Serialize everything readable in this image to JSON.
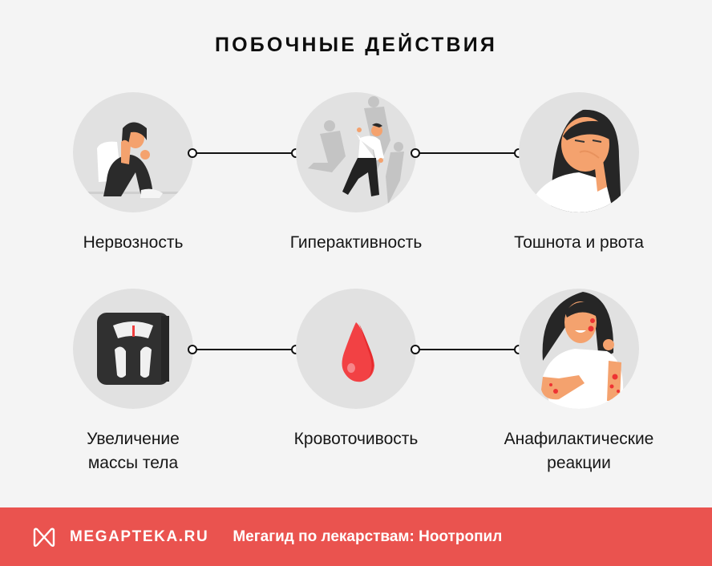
{
  "title": "ПОБОЧНЫЕ ДЕЙСТВИЯ",
  "items": [
    {
      "label": "Нервозность",
      "icon": "anxious-woman-illustration"
    },
    {
      "label": "Гиперактивность",
      "icon": "running-man-illustration"
    },
    {
      "label": "Тошнота и рвота",
      "icon": "nauseous-woman-illustration"
    },
    {
      "label_line1": "Увеличение",
      "label_line2": "массы тела",
      "icon": "bathroom-scale-icon"
    },
    {
      "label": "Кровоточивость",
      "icon": "blood-drop-icon"
    },
    {
      "label_line1": "Анафилактические",
      "label_line2": "реакции",
      "icon": "allergic-woman-illustration"
    }
  ],
  "footer": {
    "brand": "MEGAPTEKA.RU",
    "tagline": "Мегагид по лекарствам: Ноотропил",
    "background": "#ea534f",
    "logo_icon": "megapteka-logo-icon"
  },
  "colors": {
    "background": "#f4f4f4",
    "circle": "#e1e1e1",
    "accent_red": "#f03e3e",
    "text": "#111111"
  }
}
